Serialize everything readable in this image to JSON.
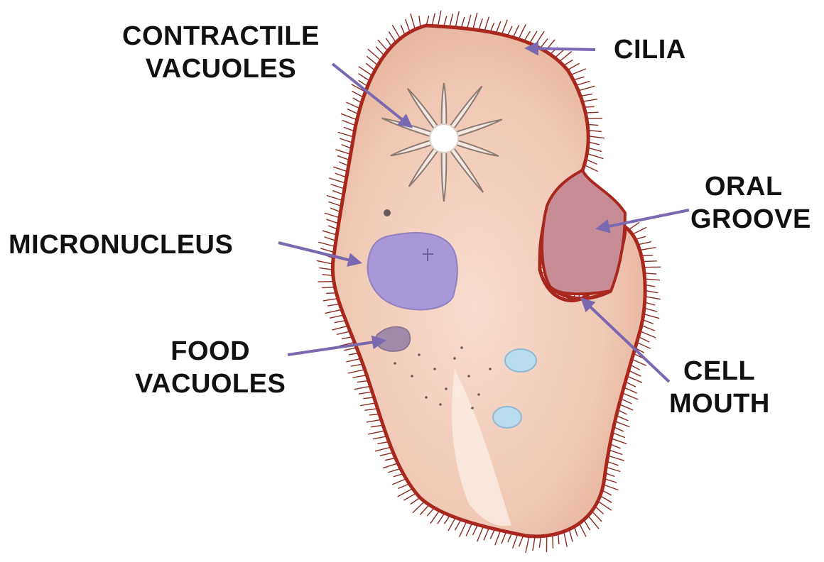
{
  "labels": {
    "contractile": [
      "CONTRACTILE",
      "VACUOLES"
    ],
    "cilia": "CILIA",
    "oral_groove": [
      "ORAL",
      "GROOVE"
    ],
    "micronucleus": "MICRONUCLEUS",
    "food_vacuoles": [
      "FOOD",
      "VACUOLES"
    ],
    "cell_mouth": [
      "CELL",
      "MOUTH"
    ]
  },
  "colors": {
    "body_fill": "#f0c8b4",
    "membrane": "#a8281e",
    "cilia": "#8a2a22",
    "micronucleus": "#a898d8",
    "oral_groove": "#c88c96",
    "food_vacuole": "#a08ca8",
    "arrow": "#7a68b0",
    "small_vacuole": "#b8dcee"
  }
}
